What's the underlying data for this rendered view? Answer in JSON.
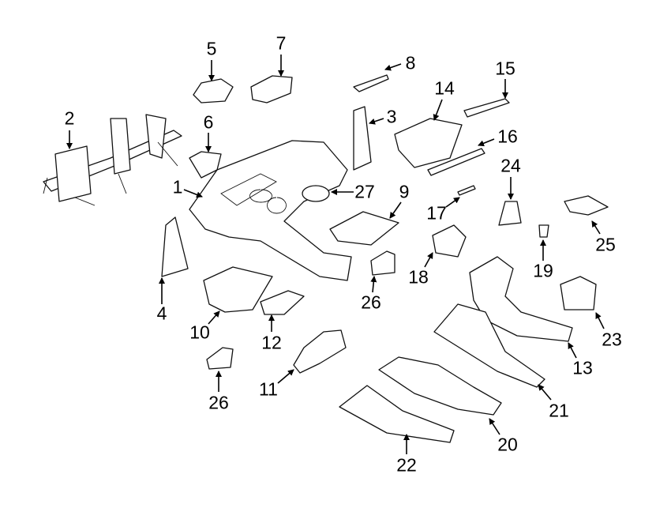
{
  "diagram": {
    "type": "exploded parts diagram",
    "callouts": {
      "p1": "1",
      "p2": "2",
      "p3": "3",
      "p4": "4",
      "p5": "5",
      "p6": "6",
      "p7": "7",
      "p8": "8",
      "p9": "9",
      "p10": "10",
      "p11": "11",
      "p12": "12",
      "p13": "13",
      "p14": "14",
      "p15": "15",
      "p16": "16",
      "p17": "17",
      "p18": "18",
      "p19": "19",
      "p20": "20",
      "p21": "21",
      "p22": "22",
      "p23": "23",
      "p24": "24",
      "p25": "25",
      "p26a": "26",
      "p26b": "26",
      "p27": "27"
    }
  }
}
